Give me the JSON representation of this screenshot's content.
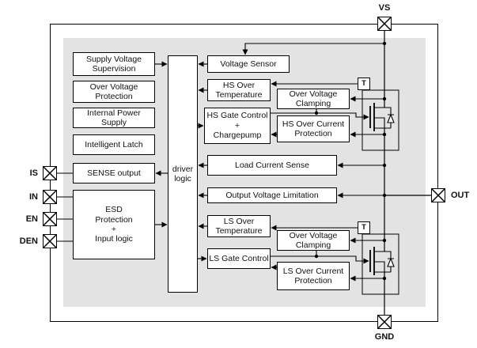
{
  "pins": {
    "vs": "VS",
    "gnd": "GND",
    "out": "OUT",
    "is": "IS",
    "in": "IN",
    "en": "EN",
    "den": "DEN"
  },
  "blocks": {
    "supply_voltage_supervision": "Supply Voltage\nSupervision",
    "over_voltage_protection": "Over Voltage\nProtection",
    "internal_power_supply": "Internal Power Supply",
    "intelligent_latch": "Intelligent Latch",
    "sense_output": "SENSE output",
    "esd_input_logic": "ESD\nProtection\n+\nInput logic",
    "driver_logic": "driver\nlogic",
    "voltage_sensor": "Voltage Sensor",
    "hs_over_temperature": "HS Over\nTemperature",
    "hs_gate_control": "HS Gate Control\n+\nChargepump",
    "over_voltage_clamping_hs": "Over Voltage\nClamping",
    "hs_over_current_protection": "HS Over Current\nProtection",
    "load_current_sense": "Load Current Sense",
    "output_voltage_limitation": "Output Voltage Limitation",
    "ls_over_temperature": "LS Over\nTemperature",
    "over_voltage_clamping_ls": "Over Voltage\nClamping",
    "ls_gate_control": "LS Gate Control",
    "ls_over_current_protection": "LS Over Current\nProtection",
    "t_sensor_hs": "T",
    "t_sensor_ls": "T"
  },
  "colors": {
    "inner_fill": "#e3e3e3",
    "line": "#000000",
    "box_fill": "#ffffff"
  }
}
